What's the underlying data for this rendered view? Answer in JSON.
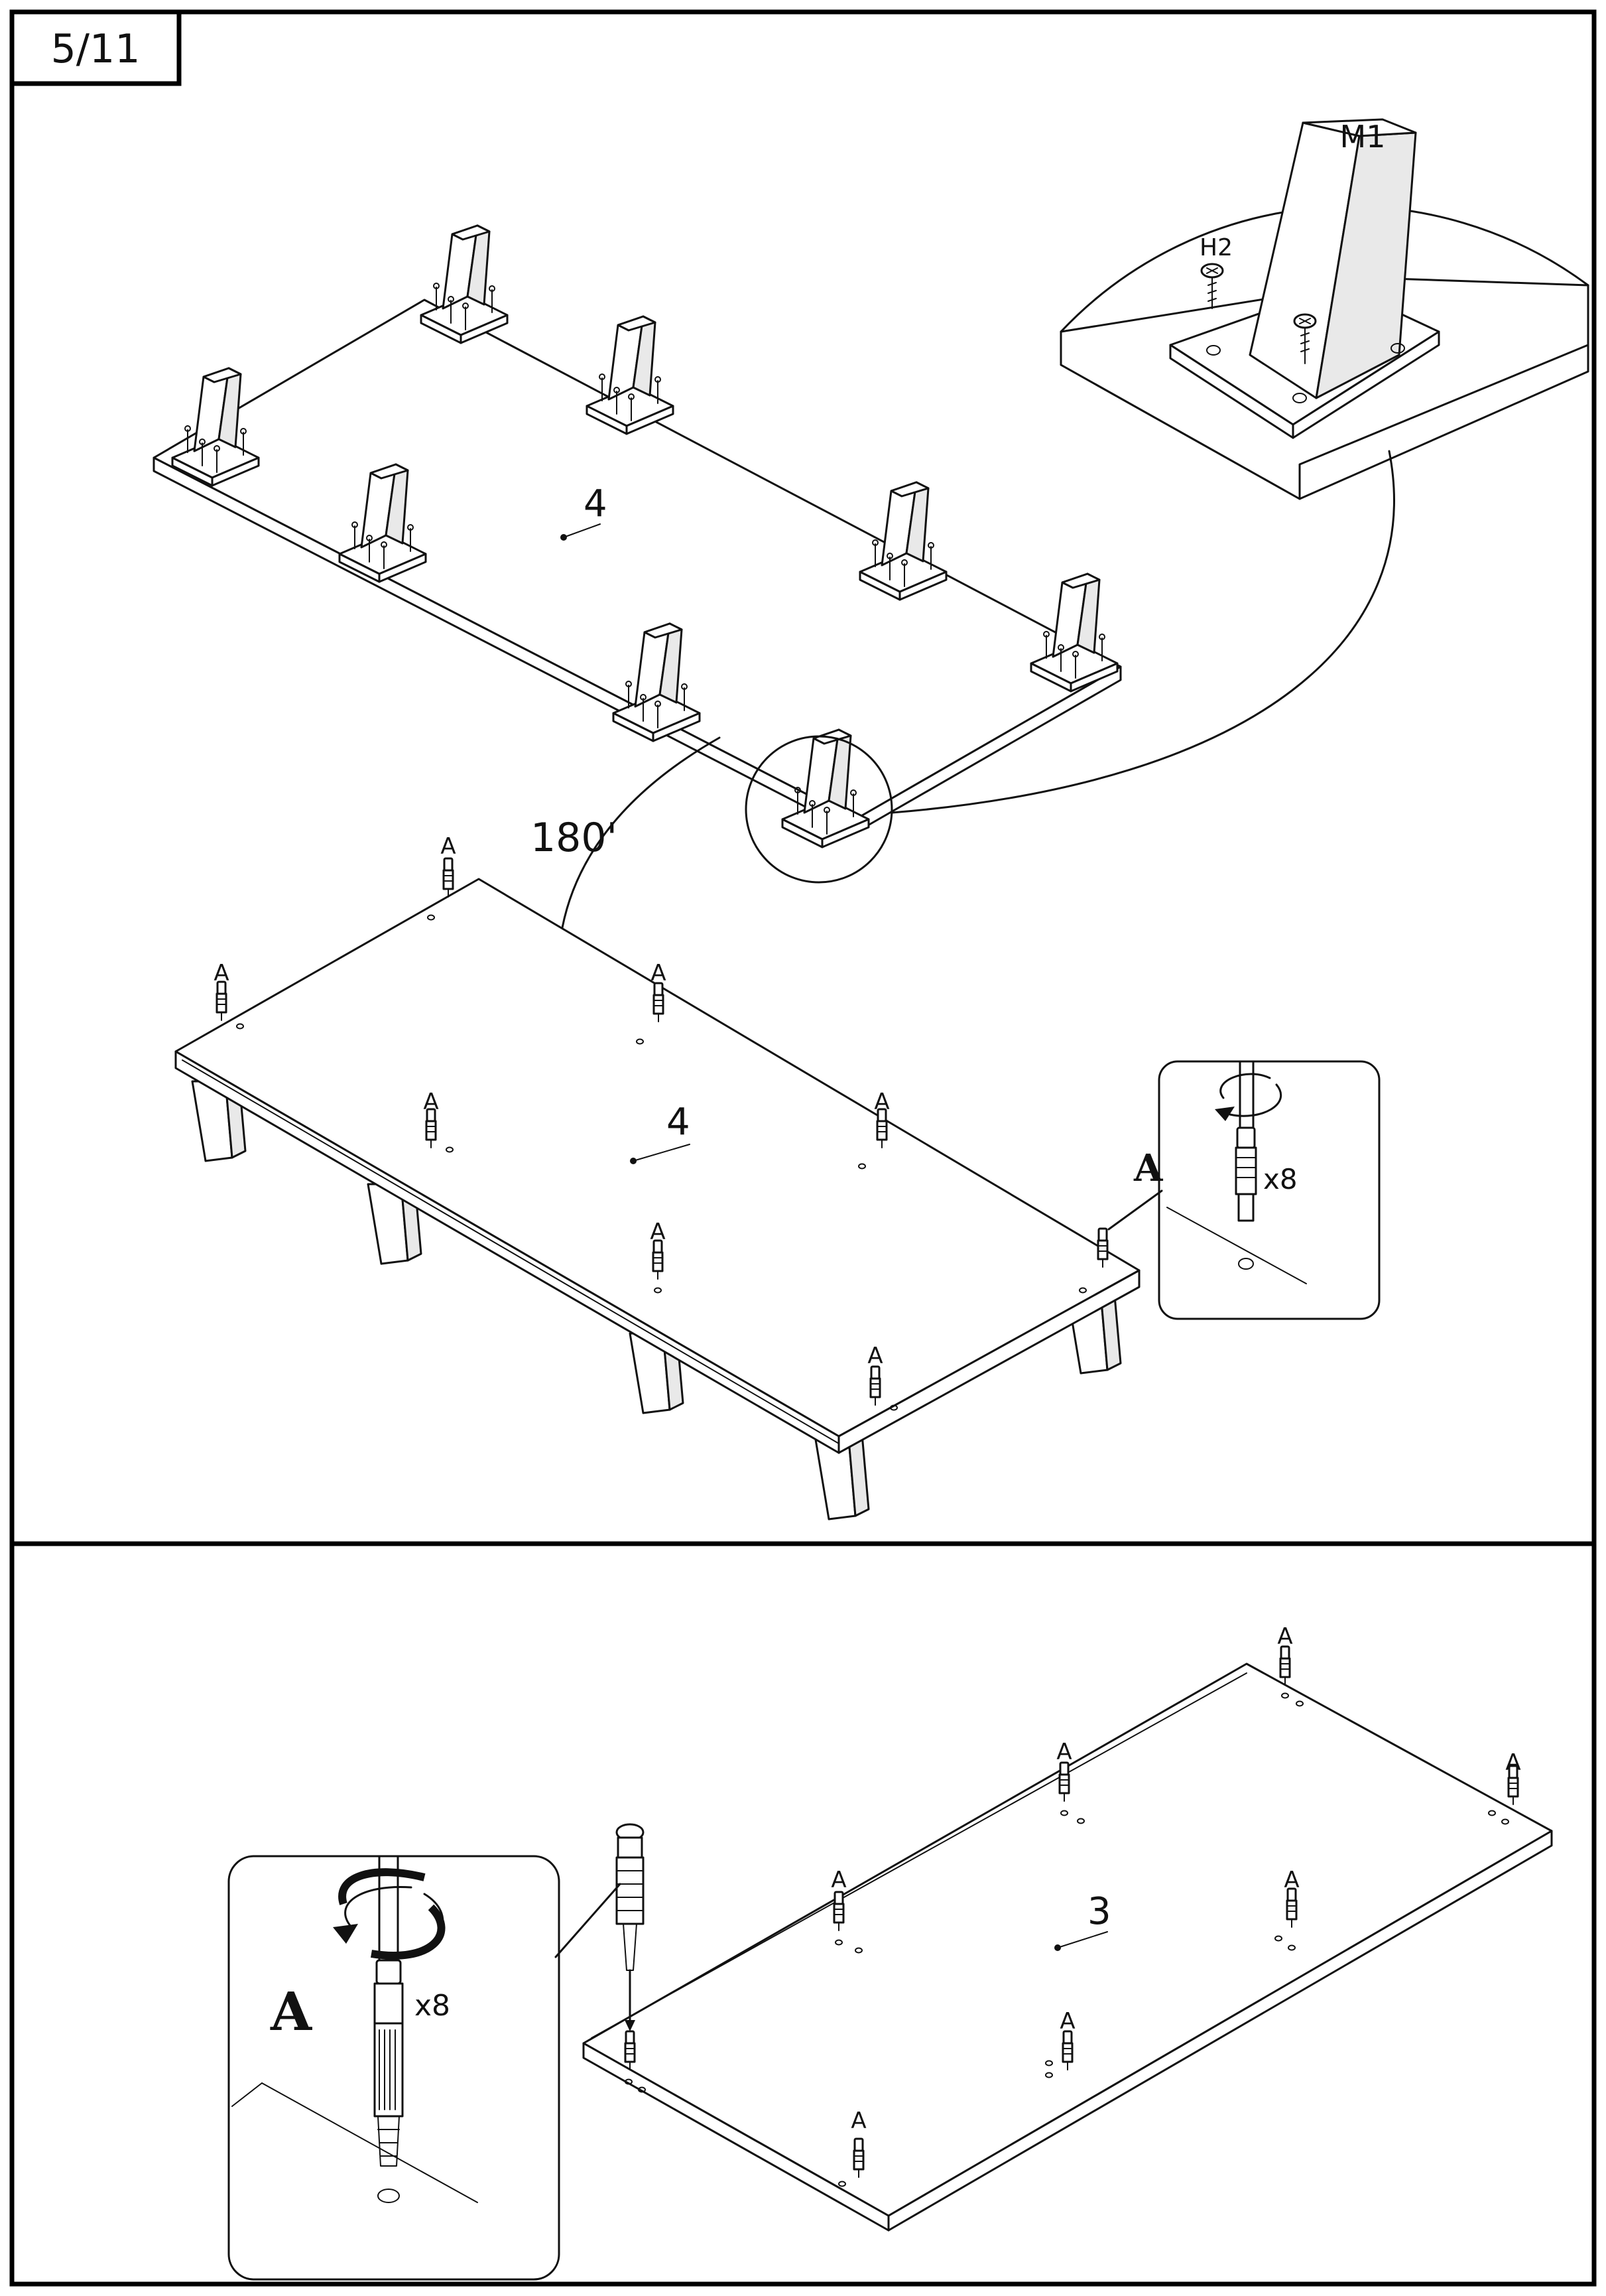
{
  "page": {
    "step": "5/11"
  },
  "panel_top": {
    "part_number": "4",
    "rotation_label": "180'",
    "detail": {
      "leg_label": "M1",
      "screw_label": "H2"
    },
    "cam_label": "A",
    "cam_detail": {
      "label": "A",
      "quantity": "x8"
    }
  },
  "panel_bottom": {
    "part_number": "3",
    "cam_label": "A",
    "cam_detail": {
      "label": "A",
      "quantity": "x8"
    }
  },
  "icons": [
    "rotate-arrow-icon",
    "insert-arrow-icon"
  ]
}
